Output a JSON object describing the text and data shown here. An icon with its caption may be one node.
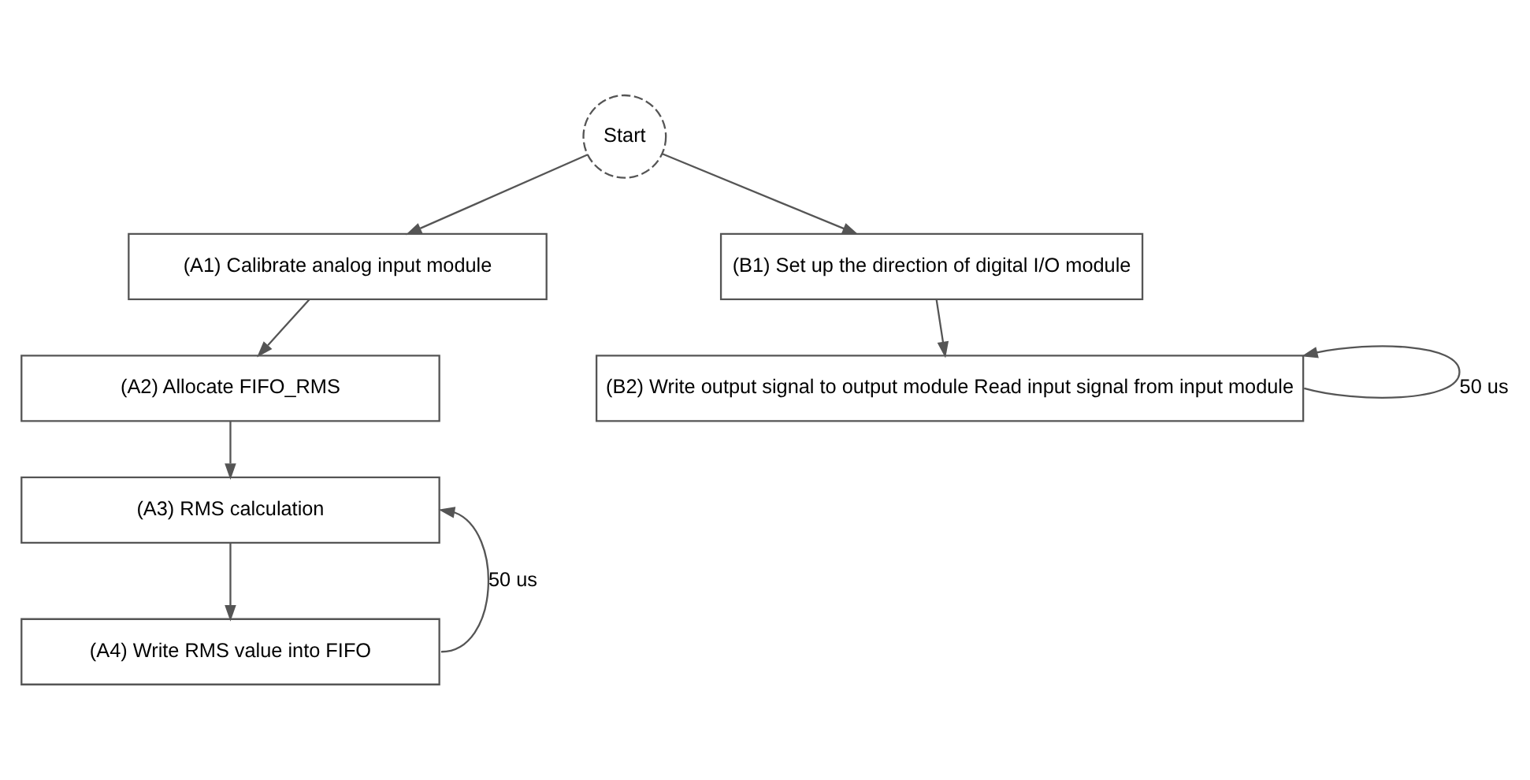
{
  "diagram": {
    "nodes": [
      {
        "text": [
          "Start"
        ]
      },
      {
        "text": [
          "(A1) Calibrate analog input module"
        ]
      },
      {
        "text": [
          "(A2) Allocate FIFO_RMS"
        ]
      },
      {
        "text": [
          "(A3) RMS calculation"
        ]
      },
      {
        "text": [
          "(A4) Write RMS value into FIFO"
        ]
      },
      {
        "text": [
          "(B1) Set up the direction of digital I/O module"
        ]
      },
      {
        "text": [
          "(B2) Write output signal to output module Read input signal from input module"
        ]
      }
    ],
    "edges": [
      {
        "from": 0,
        "to": 1,
        "arrow": "to"
      },
      {
        "from": 0,
        "to": 5,
        "arrow": "to"
      },
      {
        "from": 1,
        "to": 2,
        "arrow": "to"
      },
      {
        "from": 2,
        "to": 3,
        "arrow": "to"
      },
      {
        "from": 3,
        "to": 4,
        "arrow": "to"
      },
      {
        "from": 4,
        "to": 3,
        "arrow": "to",
        "label": "50 us"
      },
      {
        "from": 5,
        "to": 6,
        "arrow": "to"
      },
      {
        "from": 6,
        "to": 6,
        "arrow": "to",
        "label": "50 us"
      }
    ]
  }
}
